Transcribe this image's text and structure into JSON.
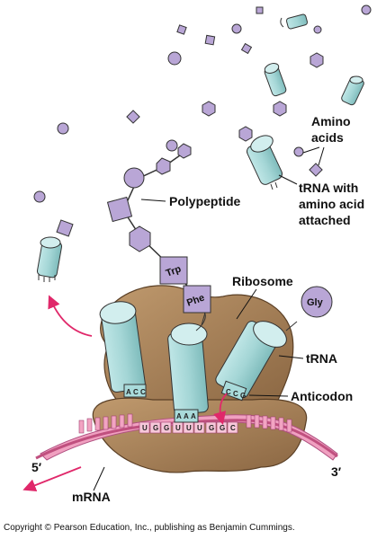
{
  "labels": {
    "amino_acids": [
      "Amino",
      "acids"
    ],
    "trna_with_aa": [
      "tRNA with",
      "amino acid",
      "attached"
    ],
    "polypeptide": "Polypeptide",
    "ribosome": "Ribosome",
    "trna": "tRNA",
    "anticodon": "Anticodon",
    "mrna": "mRNA",
    "five_prime": "5′",
    "three_prime": "3′"
  },
  "amino_acid_tags": {
    "trp": "Trp",
    "phe": "Phe",
    "gly": "Gly"
  },
  "codons": {
    "mrna_bases": [
      "U",
      "G",
      "G",
      "U",
      "U",
      "U",
      "G",
      "G",
      "C"
    ],
    "anticodon_left": [
      "A",
      "C",
      "C"
    ],
    "anticodon_middle": [
      "A",
      "A",
      "A"
    ],
    "anticodon_right": [
      "C",
      "C",
      "G"
    ]
  },
  "copyright": "Copyright © Pearson Education, Inc., publishing as Benjamin Cummings.",
  "colors": {
    "amino_acid": "#b9a6d6",
    "trna": "#a9dbdb",
    "ribosome": "#a37f58",
    "mrna": "#f0a0c0",
    "arrow": "#e0286a"
  }
}
